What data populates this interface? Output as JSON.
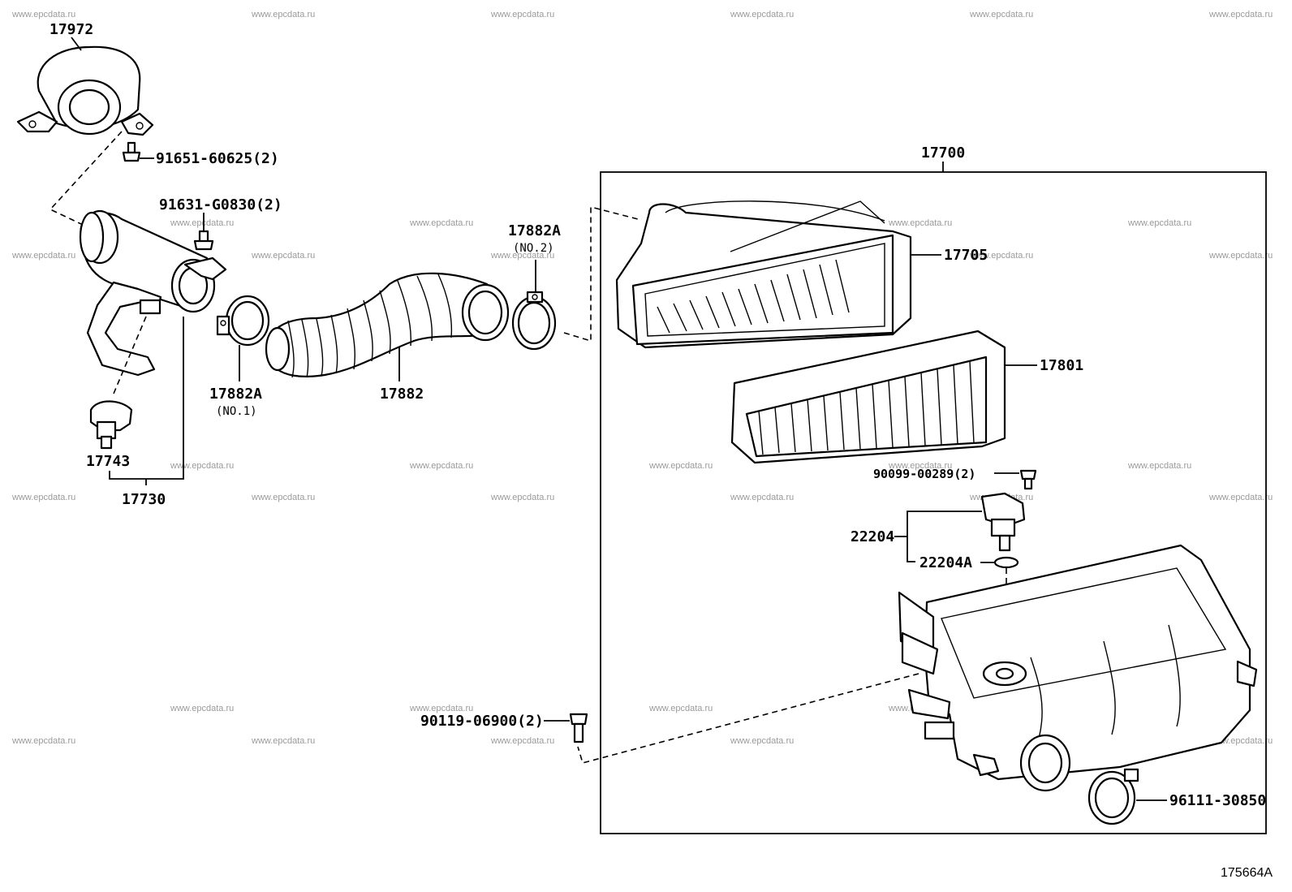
{
  "watermark": "www.epcdata.ru",
  "figure_id": "175664A",
  "labels": {
    "p17972": "17972",
    "p91651": "91651-60625(2)",
    "p91631": "91631-G0830(2)",
    "p17882a_top": "17882A",
    "p17882a_top_sub": "(NO.2)",
    "p17700": "17700",
    "p17705": "17705",
    "p17801": "17801",
    "p17882a_bot": "17882A",
    "p17882a_bot_sub": "(NO.1)",
    "p17882": "17882",
    "p17743": "17743",
    "p17730": "17730",
    "p90099": "90099-00289(2)",
    "p22204": "22204",
    "p22204a": "22204A",
    "p90119": "90119-06900(2)",
    "p96111": "96111-30850"
  }
}
